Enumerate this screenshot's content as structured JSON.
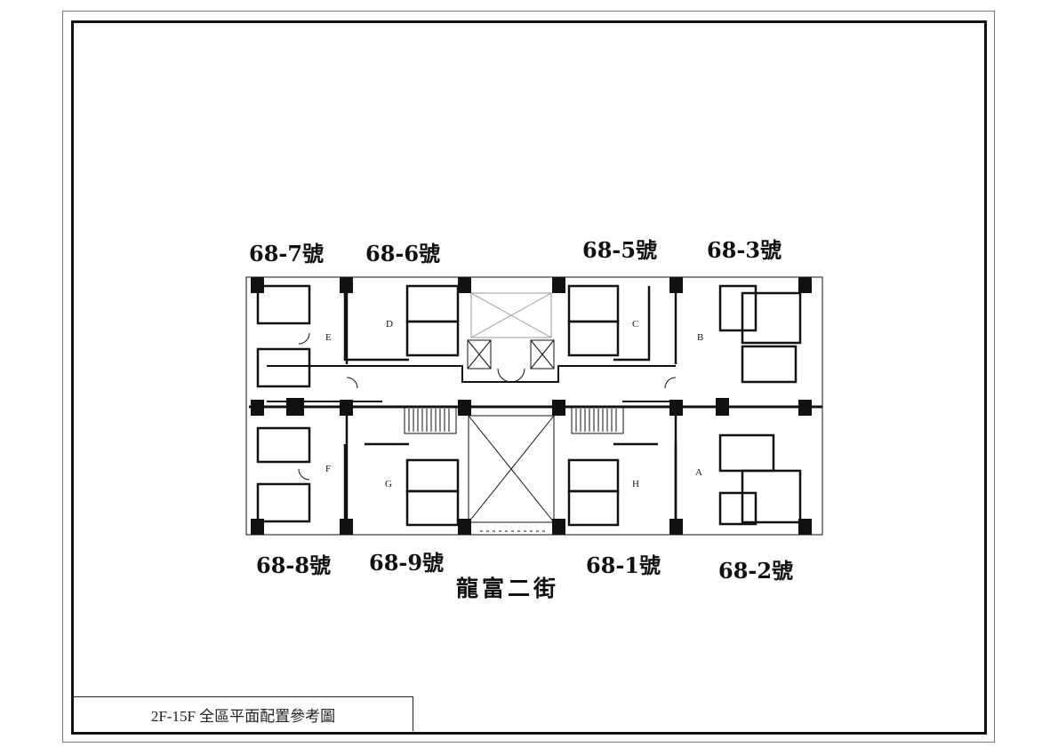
{
  "title_block": {
    "text": "2F-15F 全區平面配置參考圖"
  },
  "street_name": "龍富二街",
  "address_labels": {
    "top": [
      "68-7號",
      "68-6號",
      "68-5號",
      "68-3號"
    ],
    "bottom": [
      "68-8號",
      "68-9號",
      "68-1號",
      "68-2號"
    ]
  },
  "units": [
    "E",
    "D",
    "C",
    "B",
    "F",
    "G",
    "H",
    "A"
  ]
}
